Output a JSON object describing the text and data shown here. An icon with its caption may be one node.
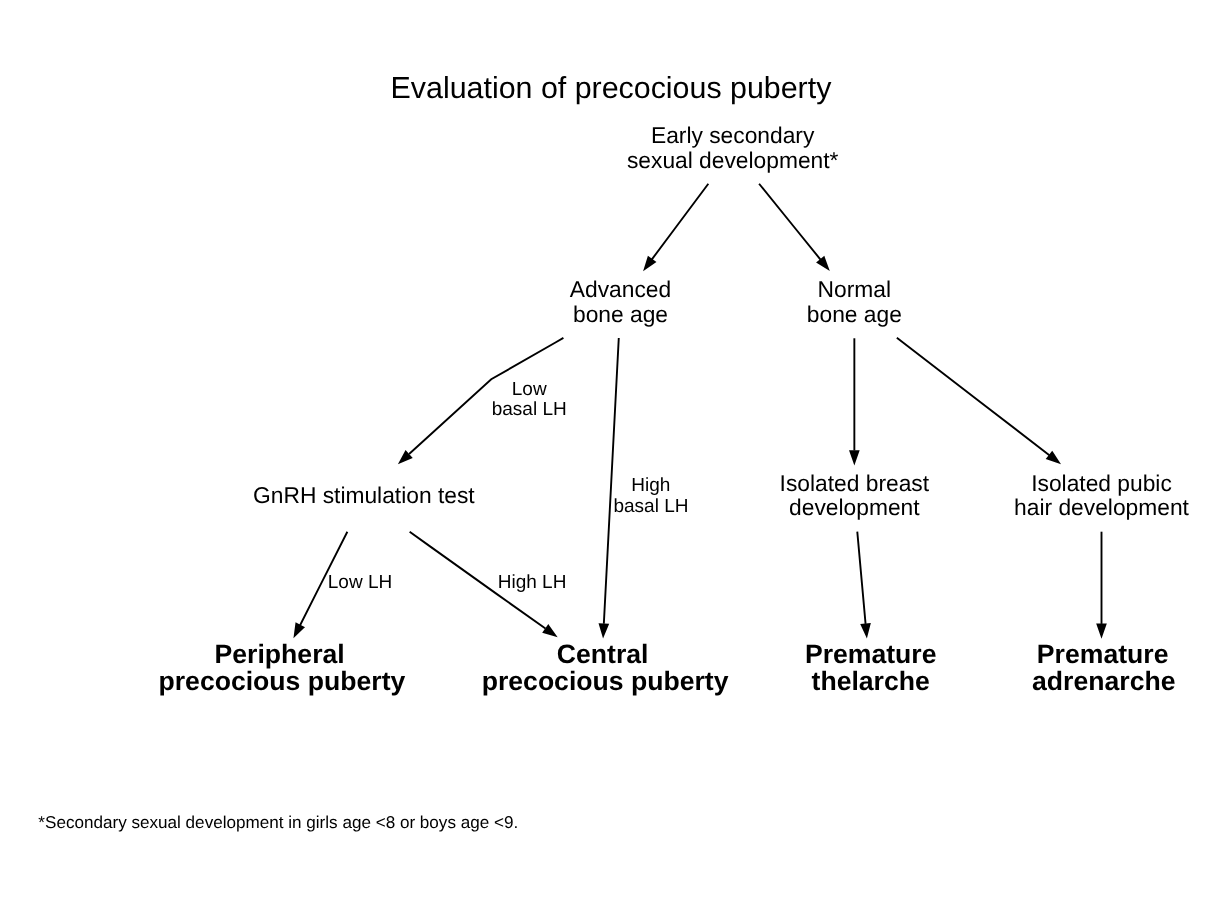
{
  "diagram": {
    "title": "Evaluation of precocious puberty",
    "caption": "*Secondary sexual development in girls age <8 or boys age <9.",
    "nodes": [
      {
        "text": [
          "Early secondary sexual development*"
        ]
      },
      {
        "text": [
          "Advanced bone age"
        ]
      },
      {
        "text": [
          "Normal bone age"
        ]
      },
      {
        "text": [
          "GnRH stimulation test"
        ]
      },
      {
        "text": [
          "Peripheral precocious puberty"
        ]
      },
      {
        "text": [
          "Central precocious puberty"
        ]
      },
      {
        "text": [
          "Isolated breast development"
        ]
      },
      {
        "text": [
          "Isolated pubic hair development"
        ]
      },
      {
        "text": [
          "Premature thelarche"
        ]
      },
      {
        "text": [
          "Premature adrenarche"
        ]
      }
    ],
    "edges": [
      {
        "from": 0,
        "to": 1,
        "arrow": "to"
      },
      {
        "from": 0,
        "to": 2,
        "arrow": "to"
      },
      {
        "from": 1,
        "to": 3,
        "arrow": "to",
        "label": "Low basal LH"
      },
      {
        "from": 1,
        "to": 5,
        "arrow": "to",
        "label": "High basal LH"
      },
      {
        "from": 3,
        "to": 4,
        "arrow": "to",
        "label": "Low LH"
      },
      {
        "from": 3,
        "to": 5,
        "arrow": "to",
        "label": "High LH"
      },
      {
        "from": 2,
        "to": 6,
        "arrow": "to"
      },
      {
        "from": 2,
        "to": 7,
        "arrow": "to"
      },
      {
        "from": 6,
        "to": 8,
        "arrow": "to"
      },
      {
        "from": 7,
        "to": 9,
        "arrow": "to"
      }
    ]
  }
}
